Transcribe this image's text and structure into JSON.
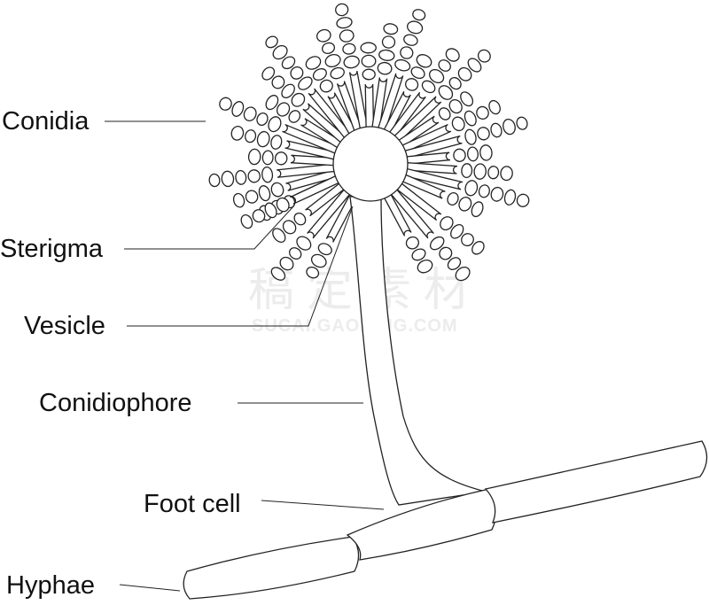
{
  "labels": {
    "conidia": "Conidia",
    "sterigma": "Sterigma",
    "vesicle": "Vesicle",
    "conidiophore": "Conidiophore",
    "foot_cell": "Foot cell",
    "hyphae": "Hyphae"
  },
  "watermark": {
    "cn": "稿定素材",
    "en": "SUCAI.GAODING.COM"
  }
}
